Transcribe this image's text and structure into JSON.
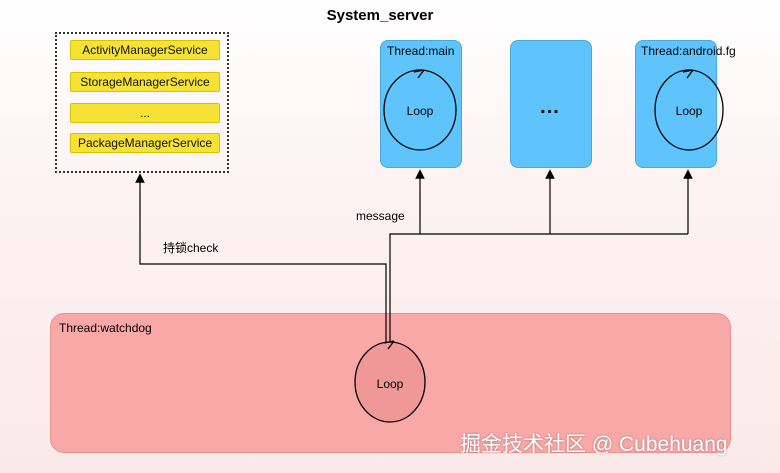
{
  "title": "System_server",
  "services": [
    "ActivityManagerService",
    "StorageManagerService",
    "...",
    "PackageManagerService"
  ],
  "threads": {
    "main": {
      "label": "Thread:main",
      "loop": "Loop"
    },
    "middle": {
      "label": "..."
    },
    "fg": {
      "label": "Thread:android.fg",
      "loop": "Loop"
    }
  },
  "watchdog": {
    "label": "Thread:watchdog",
    "loop": "Loop"
  },
  "edges": {
    "message": "message",
    "check": "持锁check"
  },
  "watermark": "掘金技术社区 @ Cubehuang",
  "colors": {
    "service_fill": "#f5e234",
    "thread_fill": "#5ec4fb",
    "watchdog_fill": "#f8a8a6",
    "watchdog_loop_fill": "#f09898"
  }
}
